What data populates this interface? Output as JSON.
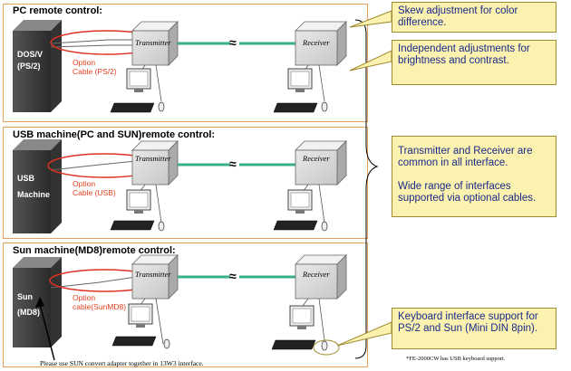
{
  "panels": [
    {
      "title": "PC remote control:",
      "machine_label_line1": "DOS/V",
      "machine_label_line2": "(PS/2)",
      "option_line1": "Option",
      "option_line2": "Cable (PS/2)",
      "transmitter": "Transmitter",
      "receiver": "Receiver"
    },
    {
      "title": "USB machine(PC and SUN)remote control:",
      "machine_label_line1": "USB",
      "machine_label_line2": "Machine",
      "option_line1": "Option",
      "option_line2": "Cable (USB)",
      "transmitter": "Transmitter",
      "receiver": "Receiver"
    },
    {
      "title": "Sun machine(MD8)remote control:",
      "machine_label_line1": "Sun",
      "machine_label_line2": "(MD8)",
      "option_line1": "Option",
      "option_line2": "cable(SunMD8)",
      "transmitter": "Transmitter",
      "receiver": "Receiver"
    }
  ],
  "link_symbol": "≈",
  "sun_note": "Please use SUN convert adapter together in 13W3 interface.",
  "callouts": [
    {
      "text": "Skew adjustment for color difference."
    },
    {
      "text": "Independent adjustments for brightness and contrast."
    },
    {
      "line1": "Transmitter and Receiver are common in all interface.",
      "line2": "Wide range of interfaces supported via optional cables."
    },
    {
      "text": "Keyboard interface support for PS/2 and Sun (Mini DIN 8pin)."
    }
  ],
  "footnote": "*FE-2000CW has USB keyboard support.",
  "colors": {
    "panel_border": "#e8a060",
    "callout_bg": "#fbf2b0",
    "callout_text": "#1a2a8a",
    "cable": "#3ab08a",
    "option_text": "#e04020",
    "ellipse": "#e03020"
  }
}
